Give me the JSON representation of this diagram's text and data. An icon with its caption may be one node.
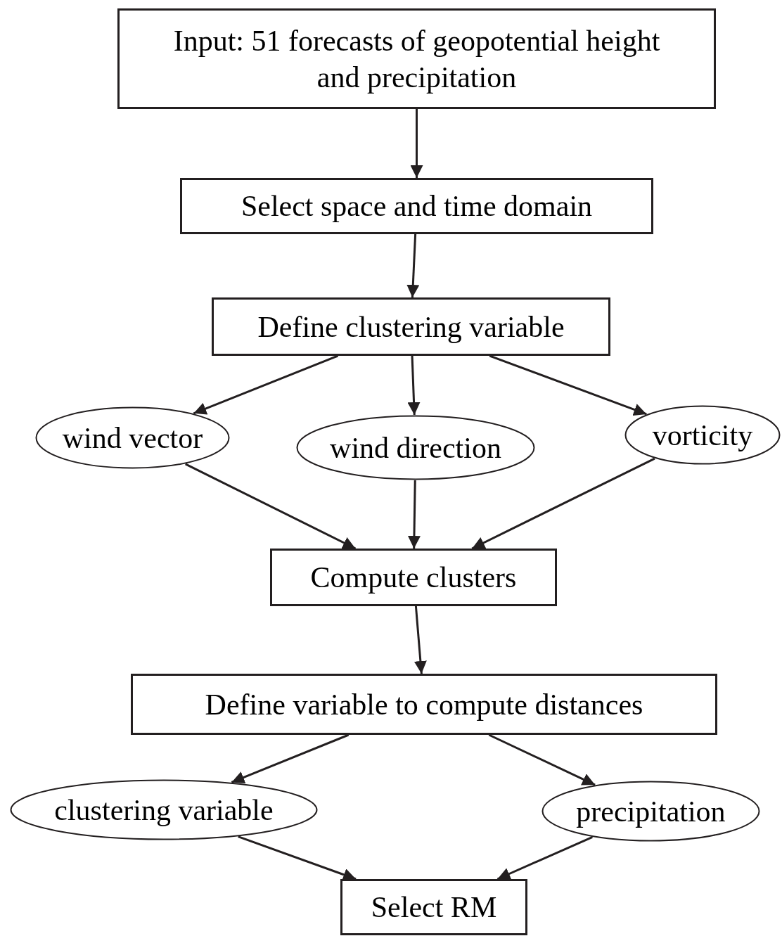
{
  "diagram": {
    "nodes": [
      {
        "text": [
          "Input: 51 forecasts of geopotential height and precipitation"
        ]
      },
      {
        "text": [
          "Select space and time domain"
        ]
      },
      {
        "text": [
          "Define clustering variable"
        ]
      },
      {
        "text": [
          "wind vector"
        ]
      },
      {
        "text": [
          "wind direction"
        ]
      },
      {
        "text": [
          "vorticity"
        ]
      },
      {
        "text": [
          "Compute clusters"
        ]
      },
      {
        "text": [
          "Define variable to compute distances"
        ]
      },
      {
        "text": [
          "clustering variable"
        ]
      },
      {
        "text": [
          "precipitation"
        ]
      },
      {
        "text": [
          "Select RM"
        ]
      }
    ],
    "edges": [
      {
        "from": 0,
        "to": 1,
        "arrow": "to"
      },
      {
        "from": 1,
        "to": 2,
        "arrow": "to"
      },
      {
        "from": 2,
        "to": 3,
        "arrow": "to"
      },
      {
        "from": 2,
        "to": 4,
        "arrow": "to"
      },
      {
        "from": 2,
        "to": 5,
        "arrow": "to"
      },
      {
        "from": 3,
        "to": 6,
        "arrow": "to"
      },
      {
        "from": 4,
        "to": 6,
        "arrow": "to"
      },
      {
        "from": 5,
        "to": 6,
        "arrow": "to"
      },
      {
        "from": 6,
        "to": 7,
        "arrow": "to"
      },
      {
        "from": 7,
        "to": 8,
        "arrow": "to"
      },
      {
        "from": 7,
        "to": 9,
        "arrow": "to"
      },
      {
        "from": 8,
        "to": 10,
        "arrow": "to"
      },
      {
        "from": 9,
        "to": 10,
        "arrow": "to"
      }
    ]
  }
}
